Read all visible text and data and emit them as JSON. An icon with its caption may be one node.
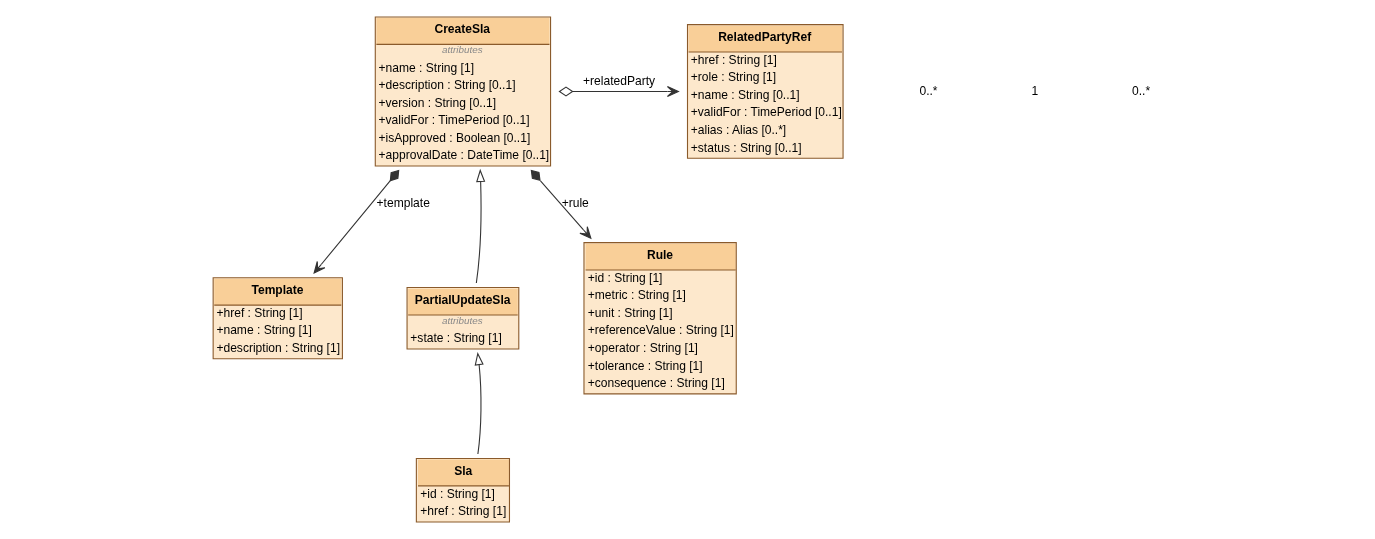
{
  "diagram": {
    "nodes": [
      {
        "text": [
          "CreateSla",
          "attributes",
          "+name : String [1]",
          "+description : String [0..1]",
          "+version : String [0..1]",
          "+validFor : TimePeriod [0..1]",
          "+isApproved : Boolean [0..1]",
          "+approvalDate : DateTime [0..1]"
        ]
      },
      {
        "text": [
          "RelatedPartyRef",
          "+href : String [1]",
          "+role : String [1]",
          "+name : String [0..1]",
          "+validFor : TimePeriod [0..1]",
          "+alias : Alias [0..*]",
          "+status : String [0..1]"
        ]
      },
      {
        "text": [
          "Template",
          "+href : String [1]",
          "+name : String [1]",
          "+description : String [1]"
        ]
      },
      {
        "text": [
          "PartialUpdateSla",
          "attributes",
          "+state : String [1]"
        ]
      },
      {
        "text": [
          "Rule",
          "+id : String [1]",
          "+metric : String [1]",
          "+unit : String [1]",
          "+referenceValue : String [1]",
          "+operator : String [1]",
          "+tolerance : String [1]",
          "+consequence : String [1]"
        ]
      },
      {
        "text": [
          "Sla",
          "+id : String [1]",
          "+href : String [1]"
        ]
      }
    ],
    "edges": [
      {
        "from": 0,
        "to": 1,
        "arrow": "to",
        "label": "+relatedParty"
      },
      {
        "from": 0,
        "to": 2,
        "arrow": "to",
        "label": "+template"
      },
      {
        "from": 0,
        "to": 4,
        "arrow": "to",
        "label": "+rule"
      },
      {
        "from": 3,
        "to": 0,
        "arrow": "to"
      },
      {
        "from": 5,
        "to": 3,
        "arrow": "to"
      }
    ],
    "labels": [
      "0..*",
      "1",
      "0..*"
    ]
  }
}
